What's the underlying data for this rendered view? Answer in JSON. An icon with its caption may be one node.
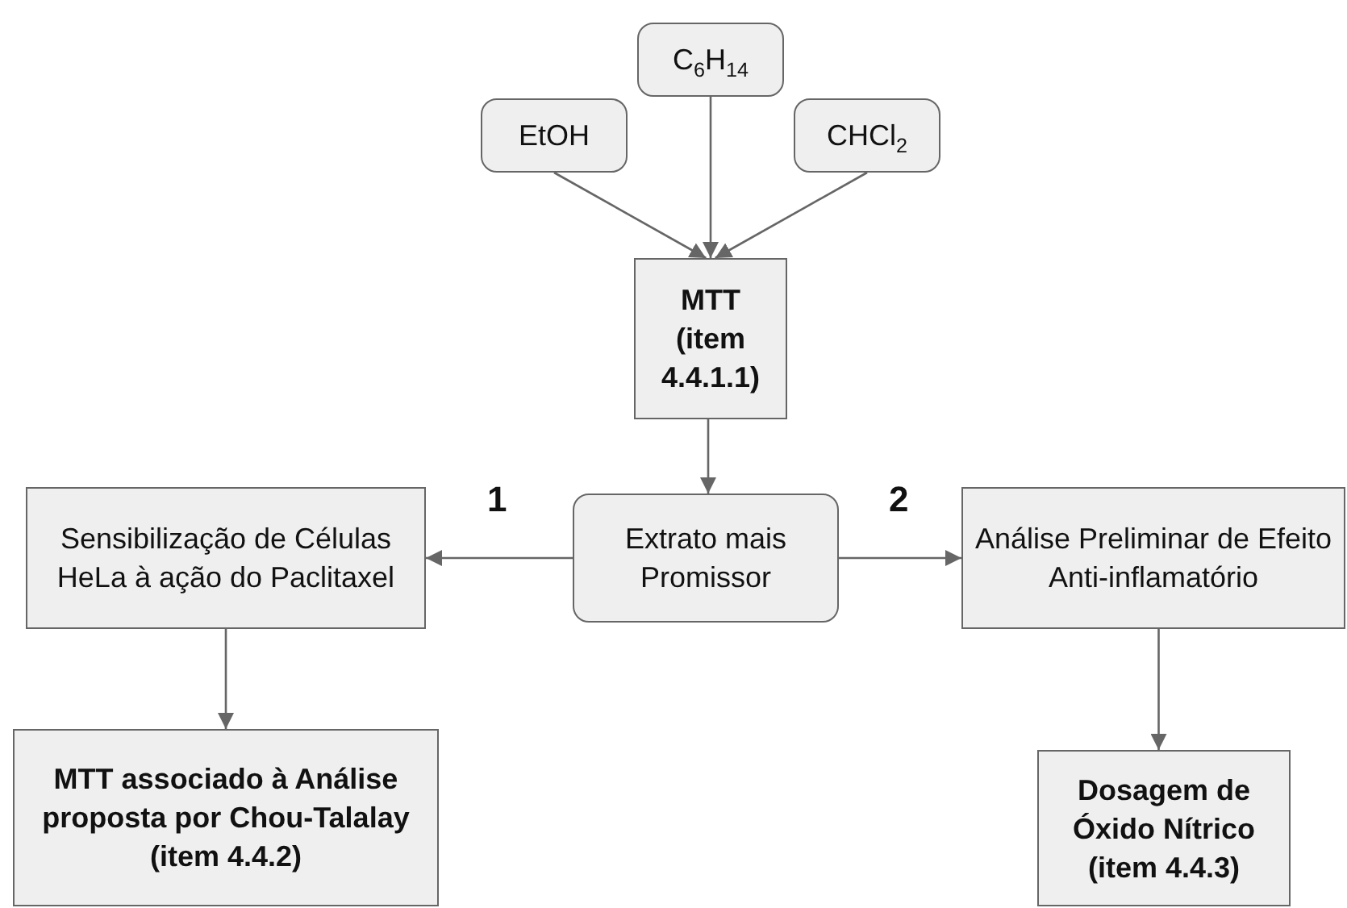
{
  "diagram": {
    "nodes": [
      {
        "text": [
          "C$_{6}$H$_{14}$"
        ]
      },
      {
        "text": [
          "EtOH"
        ]
      },
      {
        "text": [
          "CHCl$_{2}$"
        ]
      },
      {
        "text": [
          "MTT (item 4.4.1.1)"
        ]
      },
      {
        "text": [
          "Sensibilização de Células HeLa à ação do Paclitaxel"
        ]
      },
      {
        "text": [
          "Extrato mais Promissor"
        ]
      },
      {
        "text": [
          "Análise Preliminar de Efeito Anti-inflamatório"
        ]
      },
      {
        "text": [
          "MTT associado à Análise proposta por Chou-Talalay (item 4.4.2)"
        ]
      },
      {
        "text": [
          "Dosagem de Óxido Nítrico (item 4.4.3)"
        ]
      }
    ],
    "edges": [
      {
        "from": 1,
        "to": 3,
        "arrow": "to"
      },
      {
        "from": 0,
        "to": 3,
        "arrow": "to"
      },
      {
        "from": 2,
        "to": 3,
        "arrow": "to"
      },
      {
        "from": 3,
        "to": 5,
        "arrow": "to"
      },
      {
        "from": 5,
        "to": 4,
        "arrow": "to",
        "label": "1"
      },
      {
        "from": 5,
        "to": 6,
        "arrow": "to",
        "label": "2"
      },
      {
        "from": 4,
        "to": 7,
        "arrow": "to"
      },
      {
        "from": 6,
        "to": 8,
        "arrow": "to"
      }
    ]
  }
}
